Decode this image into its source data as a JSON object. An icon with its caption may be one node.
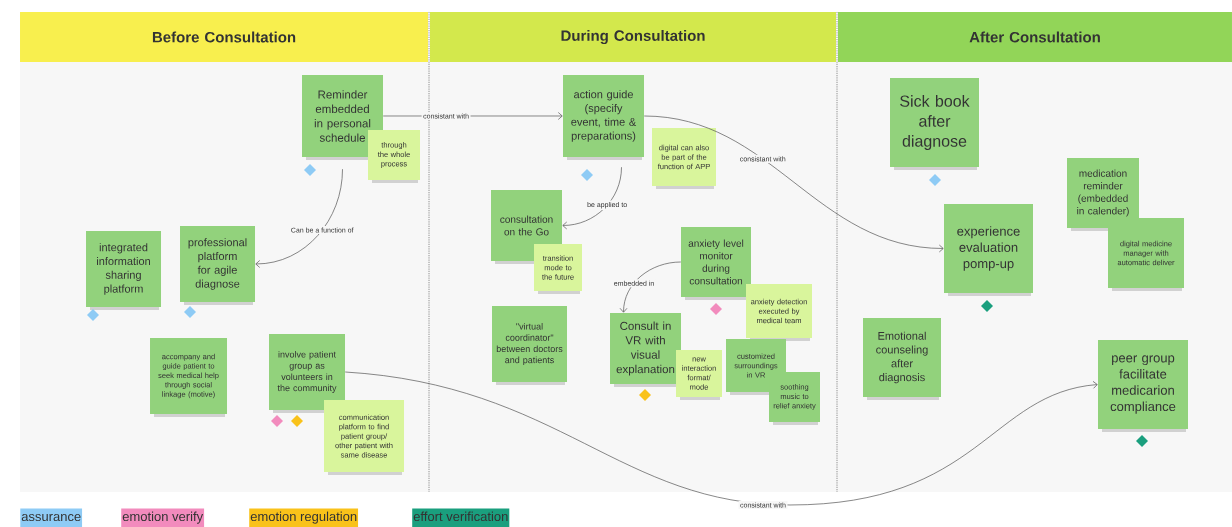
{
  "diagram": {
    "nodes": [
      {
        "text": [
          "Before Consultation"
        ]
      },
      {
        "text": [
          "During Consultation"
        ]
      },
      {
        "text": [
          "After Consultation"
        ]
      },
      {
        "text": [
          "Reminder embedded in personal schedule"
        ]
      },
      {
        "text": [
          "through the whole process"
        ]
      },
      {
        "text": [
          "integrated information sharing platform"
        ]
      },
      {
        "text": [
          "professional platform for agile diagnose"
        ]
      },
      {
        "text": [
          "accompany and guide patient to seek medical help through social linkage (motive)"
        ]
      },
      {
        "text": [
          "involve patient group as volunteers in the community"
        ]
      },
      {
        "text": [
          "communication platform to find patient group/ other patient with same disease"
        ]
      },
      {
        "text": [
          "action guide (specify event, time & preparations)"
        ]
      },
      {
        "text": [
          "digital can also be part of the function of APP"
        ]
      },
      {
        "text": [
          "consultation on the Go"
        ]
      },
      {
        "text": [
          "transition mode to the future"
        ]
      },
      {
        "text": [
          "\"virtual coordinator\" between doctors and patients"
        ]
      },
      {
        "text": [
          "anxiety level monitor during consultation"
        ]
      },
      {
        "text": [
          "anxiety detection executed by medical team"
        ]
      },
      {
        "text": [
          "Consult in VR with visual explanation"
        ]
      },
      {
        "text": [
          "new interaction format/ mode"
        ]
      },
      {
        "text": [
          "customized surroundings in VR"
        ]
      },
      {
        "text": [
          "soothing music to relief anxiety"
        ]
      },
      {
        "text": [
          "Sick book after diagnose"
        ]
      },
      {
        "text": [
          "experience evaluation pomp-up"
        ]
      },
      {
        "text": [
          "medication reminder (embedded in calender)"
        ]
      },
      {
        "text": [
          "digital medicine manager with automatic deliver"
        ]
      },
      {
        "text": [
          "Emotional counseling after diagnosis"
        ]
      },
      {
        "text": [
          "peer group facilitate medicarion compliance"
        ]
      }
    ],
    "edges": [
      {
        "from": 3,
        "to": 10,
        "arrow": "to",
        "label": "consistant with"
      },
      {
        "from": 3,
        "to": 6,
        "arrow": "to",
        "label": "Can be a function of"
      },
      {
        "from": 10,
        "to": 22,
        "arrow": "to",
        "label": "consistant with"
      },
      {
        "from": 10,
        "to": 12,
        "arrow": "to",
        "label": "be applied to"
      },
      {
        "from": 15,
        "to": 17,
        "arrow": "to",
        "label": "embedded in"
      },
      {
        "from": 8,
        "to": 26,
        "arrow": "to",
        "label": "consistant with"
      }
    ],
    "legend": [
      {
        "text": "assurance",
        "color": "#8ecbf5"
      },
      {
        "text": "emotion verify",
        "color": "#f28bbd"
      },
      {
        "text": "emotion regulation",
        "color": "#f9c21a"
      },
      {
        "text": "effort verification",
        "color": "#1a9f7e"
      }
    ]
  }
}
